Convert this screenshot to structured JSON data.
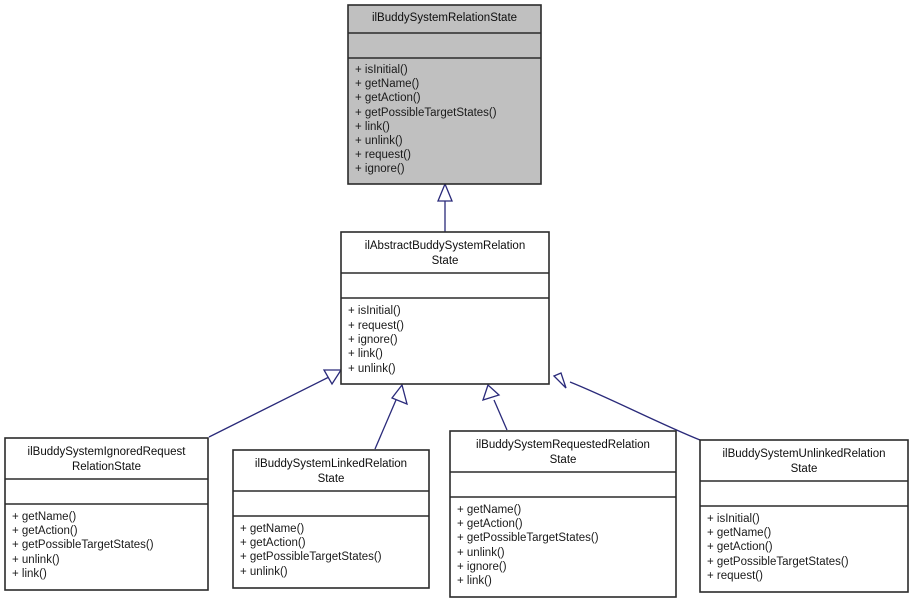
{
  "diagram": {
    "kind": "uml-class-inheritance-diagram",
    "background_color": "#ffffff",
    "edge_color": "#2a2a7a",
    "border_color": "#2b2b2b",
    "highlight_fill": "#c0c0c0",
    "plain_fill": "#ffffff",
    "classes": [
      {
        "id": "root",
        "title_lines": [
          "ilBuddySystemRelationState"
        ],
        "attributes": [],
        "methods": [
          "+ isInitial()",
          "+ getName()",
          "+ getAction()",
          "+ getPossibleTargetStates()",
          "+ link()",
          "+ unlink()",
          "+ request()",
          "+ ignore()"
        ],
        "highlighted": true
      },
      {
        "id": "abstract",
        "title_lines": [
          "ilAbstractBuddySystemRelation",
          "State"
        ],
        "attributes": [],
        "methods": [
          "+ isInitial()",
          "+ request()",
          "+ ignore()",
          "+ link()",
          "+ unlink()"
        ],
        "highlighted": false
      },
      {
        "id": "ignored",
        "title_lines": [
          "ilBuddySystemIgnoredRequest",
          "RelationState"
        ],
        "attributes": [],
        "methods": [
          "+ getName()",
          "+ getAction()",
          "+ getPossibleTargetStates()",
          "+ unlink()",
          "+ link()"
        ],
        "highlighted": false
      },
      {
        "id": "linked",
        "title_lines": [
          "ilBuddySystemLinkedRelation",
          "State"
        ],
        "attributes": [],
        "methods": [
          "+ getName()",
          "+ getAction()",
          "+ getPossibleTargetStates()",
          "+ unlink()"
        ],
        "highlighted": false
      },
      {
        "id": "requested",
        "title_lines": [
          "ilBuddySystemRequestedRelation",
          "State"
        ],
        "attributes": [],
        "methods": [
          "+ getName()",
          "+ getAction()",
          "+ getPossibleTargetStates()",
          "+ unlink()",
          "+ ignore()",
          "+ link()"
        ],
        "highlighted": false
      },
      {
        "id": "unlinked",
        "title_lines": [
          "ilBuddySystemUnlinkedRelation",
          "State"
        ],
        "attributes": [],
        "methods": [
          "+ isInitial()",
          "+ getName()",
          "+ getAction()",
          "+ getPossibleTargetStates()",
          "+ request()"
        ],
        "highlighted": false
      }
    ],
    "relations": [
      {
        "from": "abstract",
        "to": "root",
        "type": "generalization"
      },
      {
        "from": "ignored",
        "to": "abstract",
        "type": "generalization"
      },
      {
        "from": "linked",
        "to": "abstract",
        "type": "generalization"
      },
      {
        "from": "requested",
        "to": "abstract",
        "type": "generalization"
      },
      {
        "from": "unlinked",
        "to": "abstract",
        "type": "generalization"
      }
    ]
  }
}
